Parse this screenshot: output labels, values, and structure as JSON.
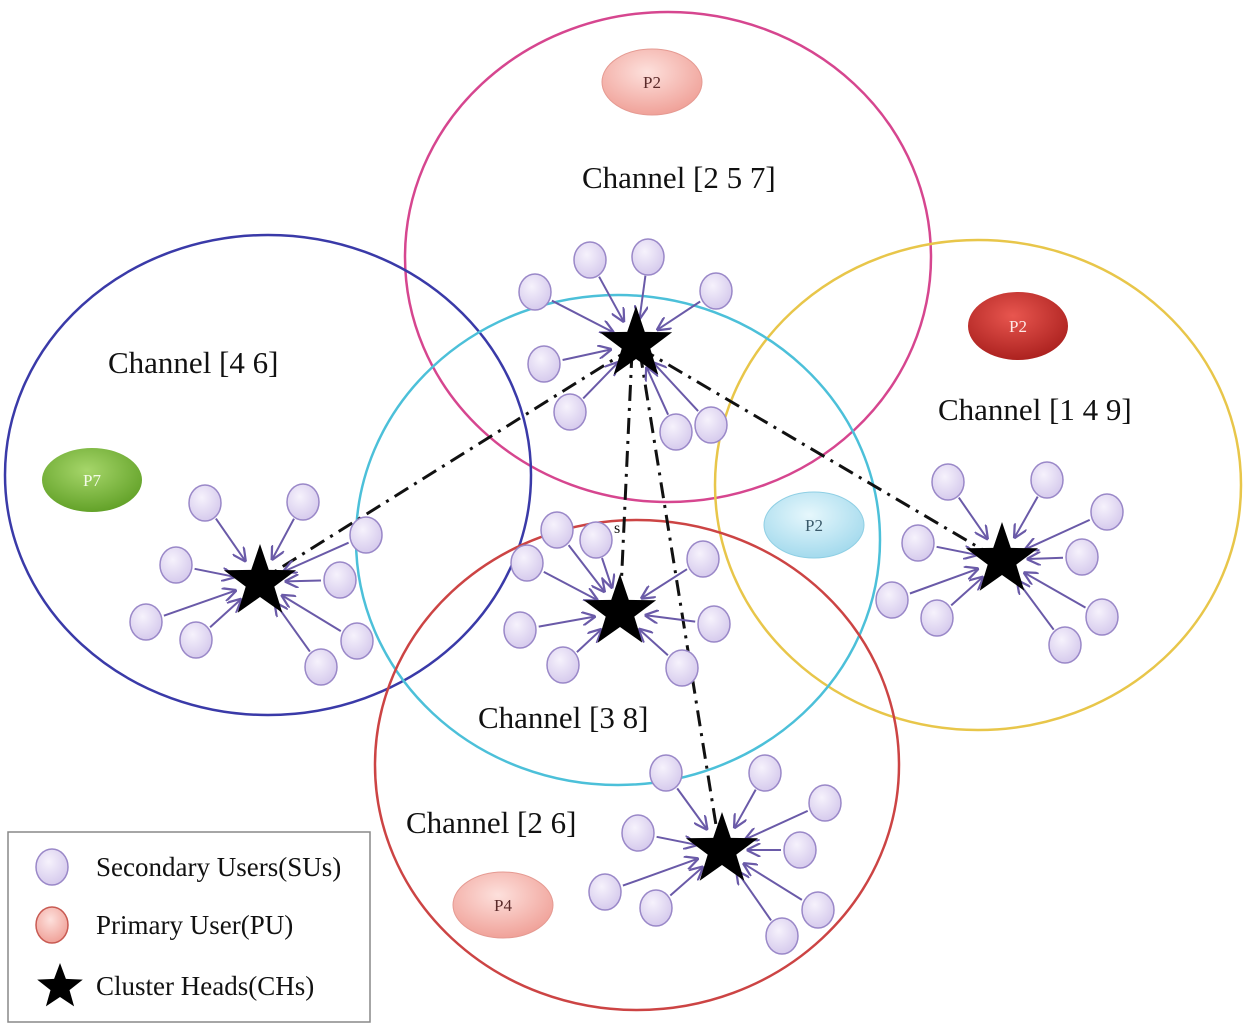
{
  "clusters": [
    {
      "channel_label": "Channel [2 5 7]",
      "primary_user_label": "P2",
      "circle_color": "#d6468f",
      "pu_color": "#f5b0a8"
    },
    {
      "channel_label": "Channel [4 6]",
      "primary_user_label": "P7",
      "circle_color": "#3a3aa8",
      "pu_color": "#7cba3c"
    },
    {
      "channel_label": "Channel [1 4 9]",
      "primary_user_label": "P2",
      "circle_color": "#e8c64a",
      "pu_color": "#c9302c"
    },
    {
      "channel_label": "Channel [3 8]",
      "primary_user_label": "P2",
      "circle_color": "#4cc0d9",
      "pu_color": "#bfe6f2"
    },
    {
      "channel_label": "Channel [2 6]",
      "primary_user_label": "P4",
      "circle_color": "#cc4444",
      "pu_color": "#f5b0a8"
    }
  ],
  "stray_label": "s",
  "legend": {
    "items": [
      {
        "label": "Secondary Users(SUs)",
        "icon": "secondary-user-icon"
      },
      {
        "label": "Primary User(PU)",
        "icon": "primary-user-icon"
      },
      {
        "label": "Cluster Heads(CHs)",
        "icon": "cluster-head-icon"
      }
    ]
  },
  "colors": {
    "secondary_user_fill": "#e2d9f3",
    "secondary_user_stroke": "#9a88c8",
    "link_arrow": "#6a5aa8",
    "cluster_head": "#000000"
  }
}
